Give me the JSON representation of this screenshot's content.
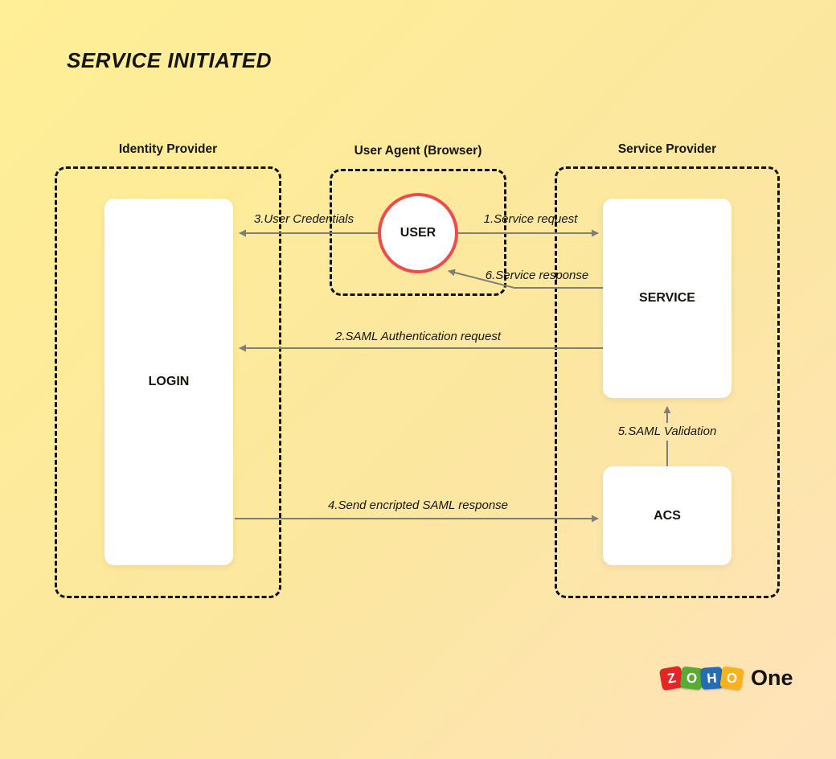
{
  "title": "SERVICE INITIATED",
  "groups": {
    "identity_provider": {
      "label": "Identity Provider"
    },
    "user_agent": {
      "label": "User Agent (Browser)"
    },
    "service_provider": {
      "label": "Service Provider"
    }
  },
  "nodes": {
    "login": {
      "label": "LOGIN"
    },
    "user": {
      "label": "USER"
    },
    "service": {
      "label": "SERVICE"
    },
    "acs": {
      "label": "ACS"
    }
  },
  "flows": {
    "service_request": {
      "label": "1.Service request",
      "from": "user",
      "to": "service"
    },
    "saml_auth_request": {
      "label": "2.SAML Authentication request",
      "from": "service",
      "to": "login"
    },
    "user_credentials": {
      "label": "3.User Credentials",
      "from": "user",
      "to": "login"
    },
    "send_saml_response": {
      "label": "4.Send encripted SAML response",
      "from": "login",
      "to": "acs"
    },
    "saml_validation": {
      "label": "5.SAML Validation",
      "from": "acs",
      "to": "service"
    },
    "service_response": {
      "label": "6.Service response",
      "from": "service",
      "to": "user"
    }
  },
  "logo": {
    "tiles": [
      {
        "letter": "Z",
        "color": "#e42527"
      },
      {
        "letter": "O",
        "color": "#5aab36"
      },
      {
        "letter": "H",
        "color": "#226db4"
      },
      {
        "letter": "O",
        "color": "#f9b21d"
      }
    ],
    "suffix": "One"
  },
  "colors": {
    "background_top_left": "#ffef96",
    "background_bottom_right": "#fee3ba",
    "dashed_border": "#101010",
    "node_fill": "#ffffff",
    "user_circle_border": "#f04b4b",
    "arrow": "#7f7f78",
    "text": "#15150f"
  }
}
